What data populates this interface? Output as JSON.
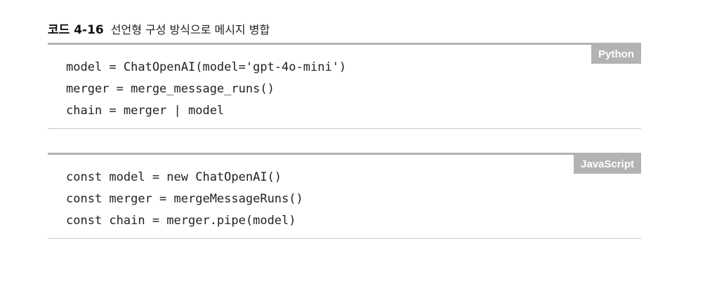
{
  "caption": {
    "label": "코드 4-16",
    "title": "선언형 구성 방식으로 메시지 병합"
  },
  "blocks": [
    {
      "language": "Python",
      "lines": [
        "model = ChatOpenAI(model='gpt-4o-mini')",
        "merger = merge_message_runs()",
        "chain = merger | model"
      ]
    },
    {
      "language": "JavaScript",
      "lines": [
        "const model = new ChatOpenAI()",
        "const merger = mergeMessageRuns()",
        "const chain = merger.pipe(model)"
      ]
    }
  ]
}
